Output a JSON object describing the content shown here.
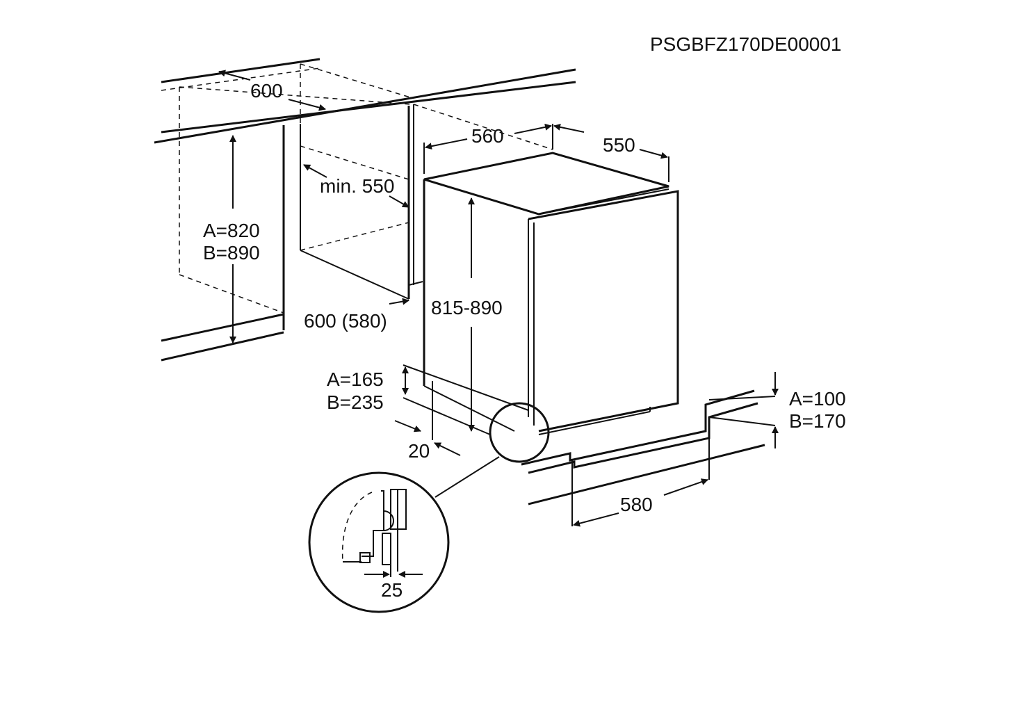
{
  "code": "PSGBFZ170DE00001",
  "dimensions": {
    "niche_width": "600",
    "appliance_width": "560",
    "appliance_depth": "550",
    "niche_min_depth": "min. 550",
    "niche_height_a": "A=820",
    "niche_height_b": "B=890",
    "niche_depth": "600 (580)",
    "appliance_height": "815-890",
    "plinth_height_a": "A=165",
    "plinth_height_b": "B=235",
    "plinth_setback": "20",
    "plinth_cut_a": "A=100",
    "plinth_cut_b": "B=170",
    "plinth_cut_width": "580",
    "door_gap": "25"
  }
}
